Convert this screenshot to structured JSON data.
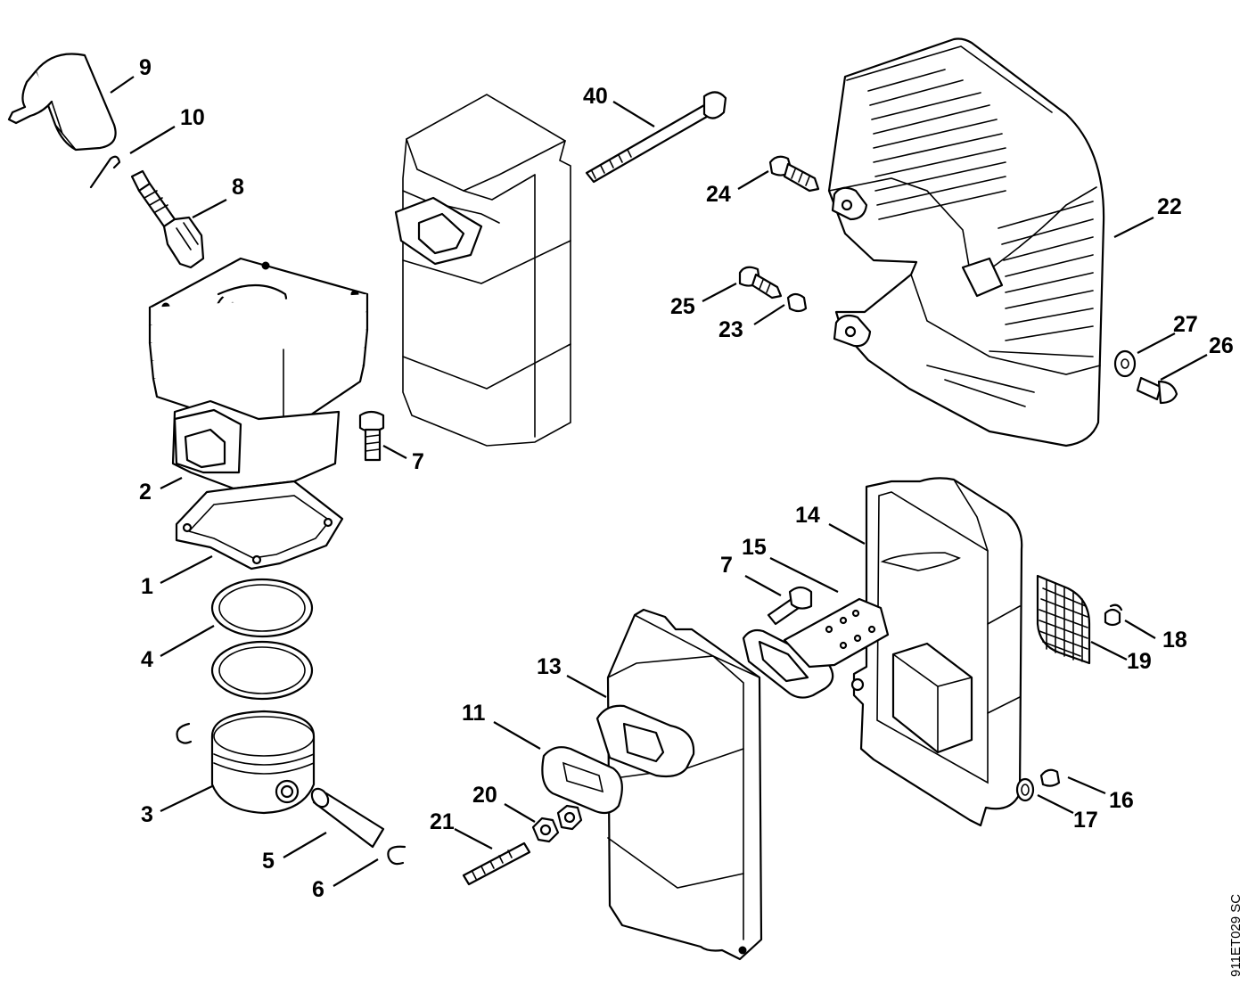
{
  "diagram": {
    "reference_code": "911ET029 SC",
    "callouts": {
      "c1": "1",
      "c2": "2",
      "c3": "3",
      "c4": "4",
      "c5": "5",
      "c6": "6",
      "c7a": "7",
      "c7b": "7",
      "c8": "8",
      "c9": "9",
      "c10": "10",
      "c11": "11",
      "c13": "13",
      "c14": "14",
      "c15": "15",
      "c16": "16",
      "c17": "17",
      "c18": "18",
      "c19": "19",
      "c20": "20",
      "c21": "21",
      "c22": "22",
      "c23": "23",
      "c24": "24",
      "c25": "25",
      "c26": "26",
      "c27": "27",
      "c40": "40"
    }
  },
  "colors": {
    "ink": "#000000",
    "paper": "#ffffff"
  }
}
